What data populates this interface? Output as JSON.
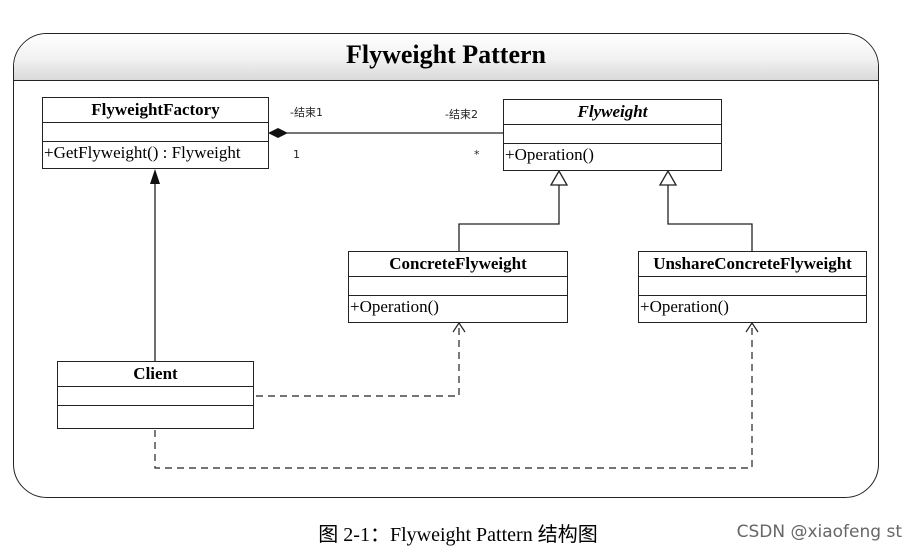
{
  "diagram": {
    "title": "Flyweight Pattern",
    "classes": {
      "factory": {
        "name": "FlyweightFactory",
        "operation": "+GetFlyweight() : Flyweight"
      },
      "flyweight": {
        "name": "Flyweight",
        "operation": "+Operation()"
      },
      "concrete": {
        "name": "ConcreteFlyweight",
        "operation": "+Operation()"
      },
      "unshared": {
        "name": "UnshareConcreteFlyweight",
        "operation": "+Operation()"
      },
      "client": {
        "name": "Client"
      }
    },
    "association": {
      "end1_role": "-结束1",
      "end1_multiplicity": "1",
      "end2_role": "-结束2",
      "end2_multiplicity": "*"
    }
  },
  "caption": "图 2-1：Flyweight Pattern 结构图",
  "watermark": "CSDN @xiaofeng st"
}
